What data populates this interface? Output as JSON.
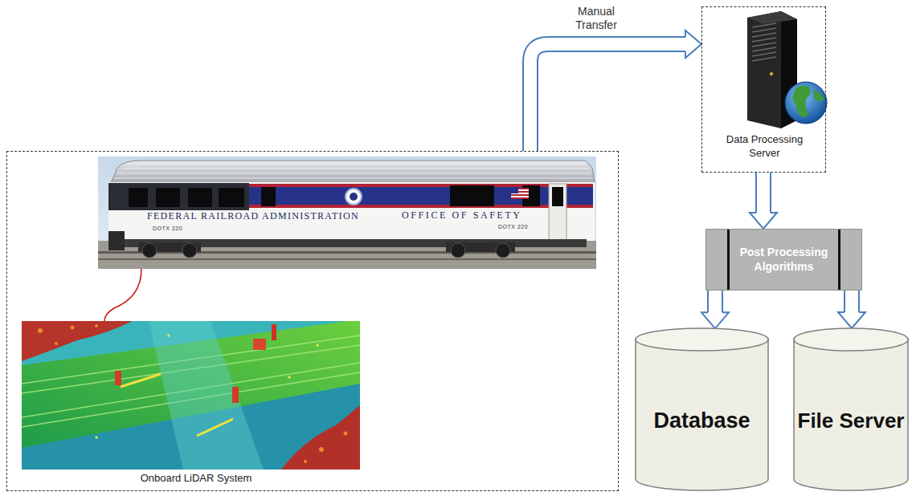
{
  "diagram": {
    "nodes": [
      {
        "text": [
          "Onboard LiDAR System"
        ]
      },
      {
        "text": [
          "Data Processing Server"
        ]
      },
      {
        "text": [
          "Post Processing Algorithms"
        ]
      },
      {
        "text": [
          "Database"
        ]
      },
      {
        "text": [
          "File Server"
        ]
      }
    ],
    "edges": [
      {
        "from": 0,
        "to": 1,
        "label": "Manual Transfer",
        "arrow": "to"
      },
      {
        "from": 1,
        "to": 2,
        "arrow": "to"
      },
      {
        "from": 2,
        "to": 3,
        "arrow": "to"
      },
      {
        "from": 2,
        "to": 4,
        "arrow": "to"
      }
    ],
    "labels": [
      "FEDERAL RAILROAD ADMINISTRATION",
      "OFFICE OF SAFETY",
      "DOTX 220",
      "DOTX 220"
    ]
  }
}
